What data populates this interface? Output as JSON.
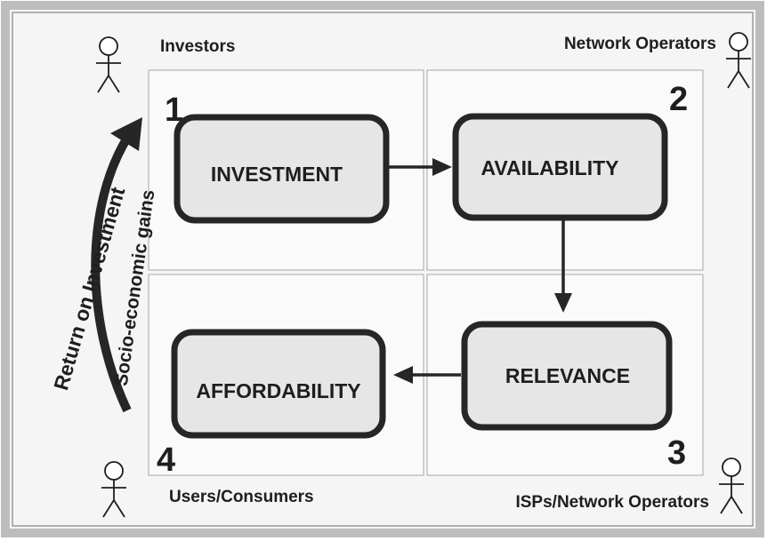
{
  "roles": {
    "investors": "Investors",
    "network_operators": "Network Operators",
    "users_consumers": "Users/Consumers",
    "isps_network_operators": "ISPs/Network Operators"
  },
  "quadrants": [
    {
      "number": "1",
      "label": "INVESTMENT"
    },
    {
      "number": "2",
      "label": "AVAILABILITY"
    },
    {
      "number": "3",
      "label": "RELEVANCE"
    },
    {
      "number": "4",
      "label": "AFFORDABILITY"
    }
  ],
  "feedback": {
    "return_label": "Return on Investment",
    "gains_label": "Socio-economic gains"
  },
  "colors": {
    "box_fill": "#e6e6e6",
    "box_stroke": "#262626",
    "grid_stroke": "#b4b4b4",
    "background": "#f5f5f5",
    "frame": "#bdbdbd"
  }
}
